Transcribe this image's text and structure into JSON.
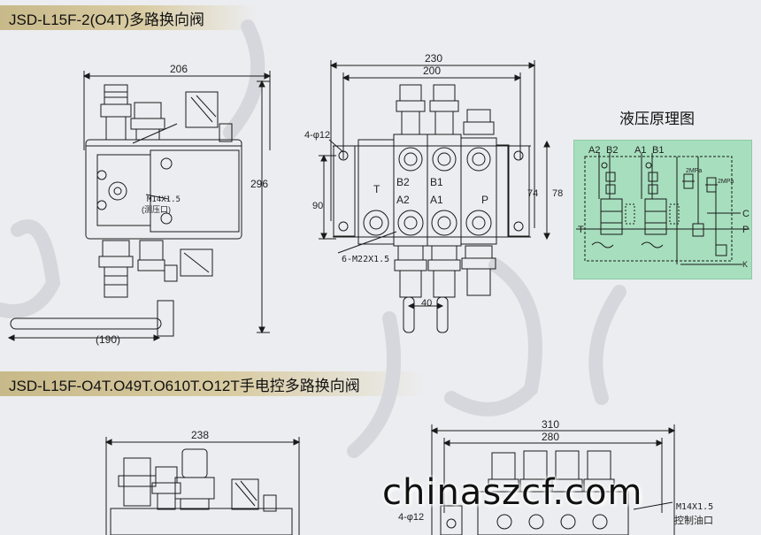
{
  "sections": {
    "top_title": "JSD-L15F-2(O4T)多路换向阀",
    "bottom_title": "JSD-L15F-O4T.O49T.O610T.O12T手电控多路换向阀"
  },
  "principle": {
    "title": "液压原理图",
    "ports": {
      "a2": "A2",
      "b2": "B2",
      "a1": "A1",
      "b1": "B1",
      "t": "T",
      "c": "C",
      "p": "P",
      "k": "K"
    },
    "pressure1": "2MPa",
    "pressure2": "2MPa"
  },
  "side_view": {
    "width_206": "206",
    "height_296": "296",
    "handle_190": "(190)",
    "port_spec": "M14X1.5",
    "port_note": "(测压口)"
  },
  "front_view": {
    "width_230": "230",
    "width_200": "200",
    "holes": "4-φ12",
    "height_90": "90",
    "height_74": "74",
    "height_78": "78",
    "thread_spec": "6-M22X1.5",
    "pitch_40": "40",
    "port_labels": {
      "t": "T",
      "b2": "B2",
      "b1": "B1",
      "a2": "A2",
      "a1": "A1",
      "p": "P"
    }
  },
  "bottom_left": {
    "width_238": "238"
  },
  "bottom_right": {
    "width_310": "310",
    "width_280": "280",
    "holes": "4-φ12",
    "port_spec": "M14X1.5",
    "port_note": "控制油口"
  },
  "watermark": "chinaszcf.com"
}
